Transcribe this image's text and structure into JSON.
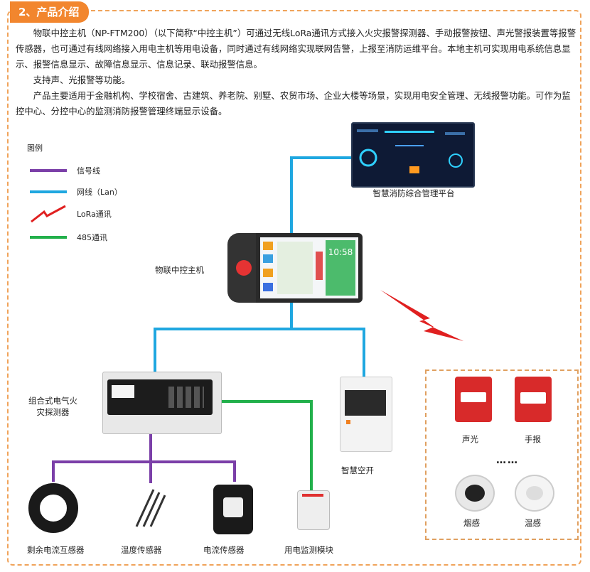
{
  "section_title": "2、产品介绍",
  "intro": {
    "p1": "物联中控主机（NP-FTM200）（以下简称“中控主机”）可通过无线LoRa通讯方式接入火灾报警探测器、手动报警按钮、声光警报装置等报警传感器，也可通过有线网络接入用电主机等用电设备，同时通过有线网络实现联网告警，上报至消防运维平台。本地主机可实现用电系统信息显示、报警信息显示、故障信息显示、信息记录、联动报警信息。",
    "p2": "支持声、光报警等功能。",
    "p3": "产品主要适用于金融机构、学校宿舍、古建筑、养老院、别墅、农贸市场、企业大楼等场景，实现用电安全管理、无线报警功能。可作为监控中心、分控中心的监测消防报警管理终端显示设备。"
  },
  "legend": {
    "title": "图例",
    "items": [
      {
        "label": "信号线",
        "color": "#7b3fa8"
      },
      {
        "label": "网线（Lan）",
        "color": "#1fa7e0"
      },
      {
        "label": "LoRa通讯",
        "color": "#e02020"
      },
      {
        "label": "485通讯",
        "color": "#22b04b"
      }
    ]
  },
  "nodes": {
    "platform": "智慧消防综合管理平台",
    "controller": "物联中控主机",
    "controller_time": "10:58",
    "detector": "组合式电气火\n灾探测器",
    "breaker": "智慧空开",
    "residual": "剩余电流互感器",
    "temp": "温度传感器",
    "current": "电流传感器",
    "monitor": "用电监测模块",
    "alarm_light": "声光",
    "manual": "手报",
    "smoke": "烟感",
    "heat": "温感",
    "ellipsis": "……"
  }
}
